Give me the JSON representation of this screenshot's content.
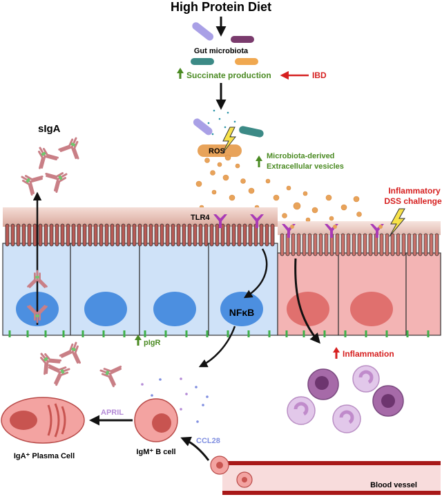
{
  "title": "High Protein Diet",
  "labels": {
    "gut_microbiota": "Gut microbiota",
    "succinate": "Succinate production",
    "ibd": "IBD",
    "ros": "ROS",
    "ev_line1": "Microbiota-derived",
    "ev_line2": "Extracellular vesicles",
    "siga": "sIgA",
    "tlr4": "TLR4",
    "inflammatory_line1": "Inflammatory",
    "inflammatory_line2": "DSS challenge",
    "nfkb": "NFκB",
    "pigr": "pIgR",
    "inflammation": "Inflammation",
    "april": "APRIL",
    "ccl28": "CCL28",
    "iga_plasma": "IgA⁺ Plasma Cell",
    "igm_bcell": "IgM⁺ B cell",
    "blood_vessel": "Blood vessel"
  },
  "colors": {
    "green": "#4a8a22",
    "red": "#d62020",
    "healthy_cell": "#cfe2f8",
    "healthy_nucleus": "#4c8fe0",
    "inflamed_cell": "#f3b4b4",
    "inflamed_nucleus": "#e0706e",
    "mucus": "#e7c3b9",
    "vesicle": "#e8a35a",
    "purple": "#a93ab6",
    "april_text": "#b48ad6",
    "ccl28_text": "#7f8ee0"
  },
  "icons": [
    "up-arrow-icon",
    "lightning-icon",
    "antibody-icon",
    "receptor-icon",
    "immune-cell-icon"
  ]
}
